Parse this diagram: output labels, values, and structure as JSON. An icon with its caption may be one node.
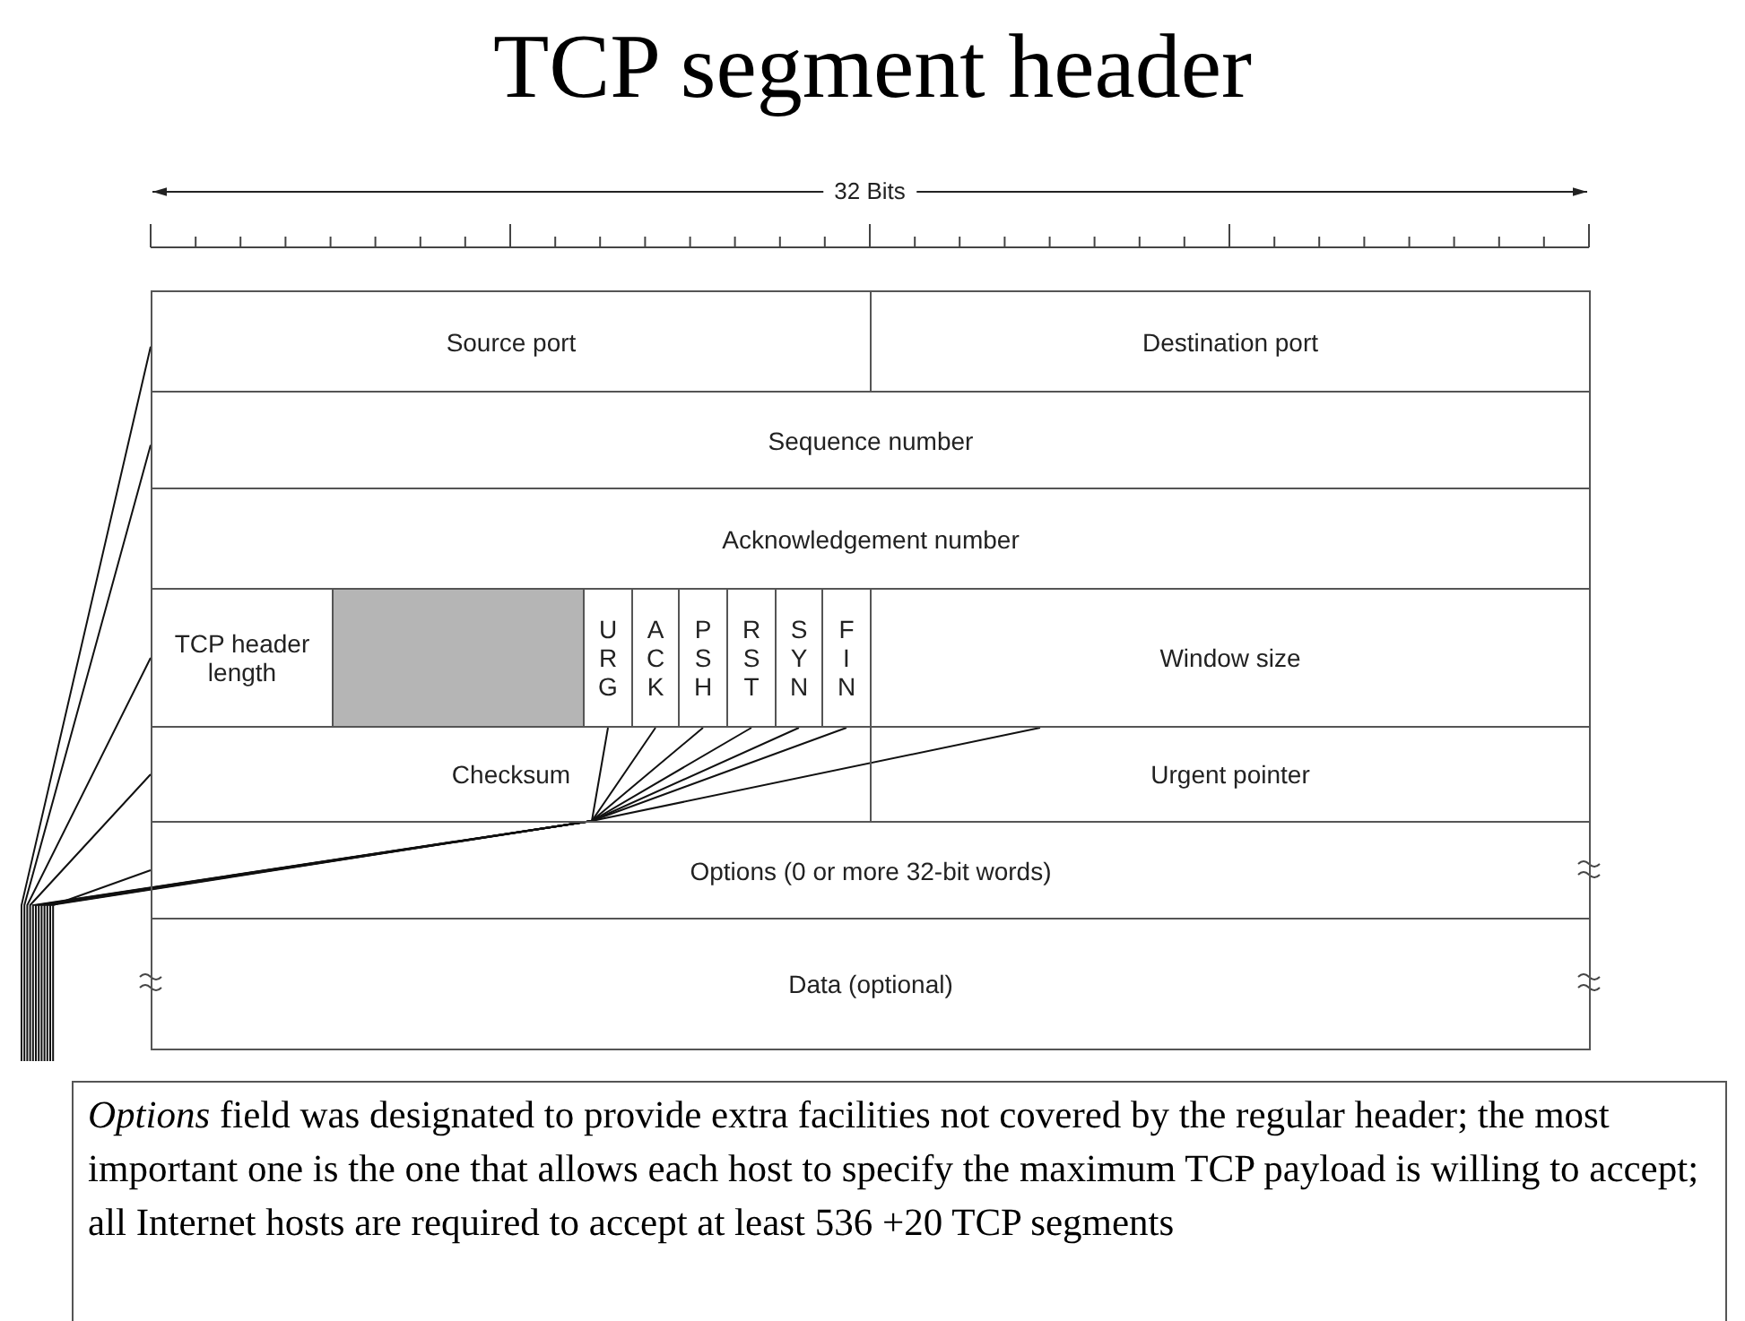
{
  "diagram": {
    "title": "TCP segment header",
    "nodes": [
      {
        "text": [
          "Source port"
        ]
      },
      {
        "text": [
          "Destination port"
        ]
      },
      {
        "text": [
          "Sequence number"
        ]
      },
      {
        "text": [
          "Acknowledgement number"
        ]
      },
      {
        "text": [
          "TCP header length"
        ]
      },
      {
        "text": [],
        "shape": "box"
      },
      {
        "text": [
          "URG"
        ]
      },
      {
        "text": [
          "ACK"
        ]
      },
      {
        "text": [
          "PSH"
        ]
      },
      {
        "text": [
          "RST"
        ]
      },
      {
        "text": [
          "SYN"
        ]
      },
      {
        "text": [
          "FIN"
        ]
      },
      {
        "text": [
          "Window size"
        ]
      },
      {
        "text": [
          "Checksum"
        ]
      },
      {
        "text": [
          "Urgent pointer"
        ]
      },
      {
        "text": [
          "Options (0 or more 32-bit words)"
        ]
      },
      {
        "text": [
          "Data (optional)"
        ]
      },
      {
        "text": [
          "*Options* field was designated to provide extra facilities not covered by the regular header; the most important one is the one that allows each host to specify the maximum TCP payload is willing to accept; all Internet hosts are required to accept at least 536 +20 TCP segments"
        ]
      }
    ],
    "edges": [
      {
        "from": null,
        "to": 0,
        "arrow": "none"
      },
      {
        "from": null,
        "to": 2,
        "arrow": "none"
      },
      {
        "from": null,
        "to": 4,
        "arrow": "none"
      },
      {
        "from": null,
        "to": 13,
        "arrow": "none"
      },
      {
        "from": null,
        "to": 6,
        "arrow": "none"
      },
      {
        "from": null,
        "to": 7,
        "arrow": "none"
      },
      {
        "from": null,
        "to": 8,
        "arrow": "none"
      },
      {
        "from": null,
        "to": 9,
        "arrow": "none"
      },
      {
        "from": null,
        "to": 10,
        "arrow": "none"
      },
      {
        "from": null,
        "to": 11,
        "arrow": "none"
      },
      {
        "from": null,
        "to": 12,
        "arrow": "none"
      },
      {
        "from": null,
        "to": 15,
        "arrow": "none"
      }
    ],
    "labels": [
      "32 Bits"
    ]
  }
}
